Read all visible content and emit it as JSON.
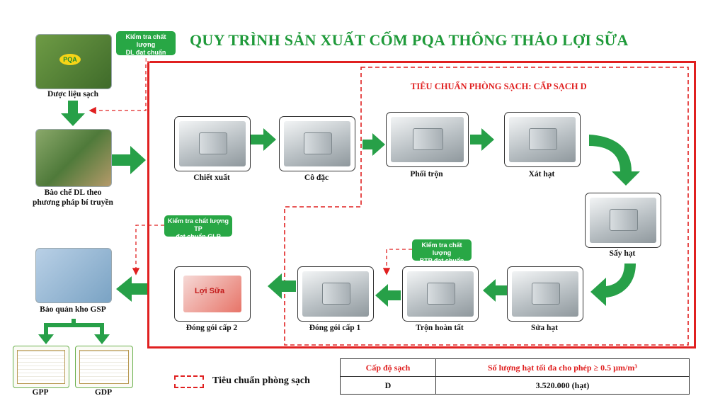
{
  "title": "QUY TRÌNH SẢN XUẤT CỐM PQA THÔNG THẢO LỢI SỮA",
  "clean_standard_heading": "TIÊU CHUẨN PHÒNG SẠCH: CẤP SẠCH D",
  "brand_logo": "PQA",
  "product_box_text": "Lợi Sữa",
  "notes": {
    "raw_material": [
      "Kiểm tra chất lượng",
      "DL đạt chuẩn GLP"
    ],
    "finished_product": [
      "Kiểm tra chất lượng TP",
      "đạt chuẩn GLP"
    ],
    "semi_finished": [
      "Kiểm tra chất lượng",
      "BTP đạt chuẩn GLP"
    ]
  },
  "left_column": {
    "herbs": "Dược liệu sạch",
    "prep_line1": "Bào chế DL theo",
    "prep_line2": "phương pháp bí truyền",
    "storage": "Bảo quản kho GSP",
    "cert_gpp": "GPP",
    "cert_gdp": "GDP"
  },
  "steps": {
    "extraction": "Chiết xuất",
    "concentration": "Cô đặc",
    "mixing": "Phối trộn",
    "granulating": "Xát hạt",
    "drying": "Sấy hạt",
    "sizing": "Sửa hạt",
    "final_mixing": "Trộn hoàn tất",
    "packing1": "Đóng gói cấp 1",
    "packing2": "Đóng gói cấp 2"
  },
  "legend": {
    "label": "Tiêu chuẩn phòng sạch"
  },
  "clean_table": {
    "col1_header": "Cấp độ sạch",
    "col2_header": "Số lượng hạt tối đa cho phép ≥ 0.5 µm/m³",
    "row": {
      "level": "D",
      "count": "3.520.000 (hạt)"
    }
  },
  "colors": {
    "green": "#1f9a3a",
    "red": "#e02020",
    "note_green": "#28a745"
  }
}
